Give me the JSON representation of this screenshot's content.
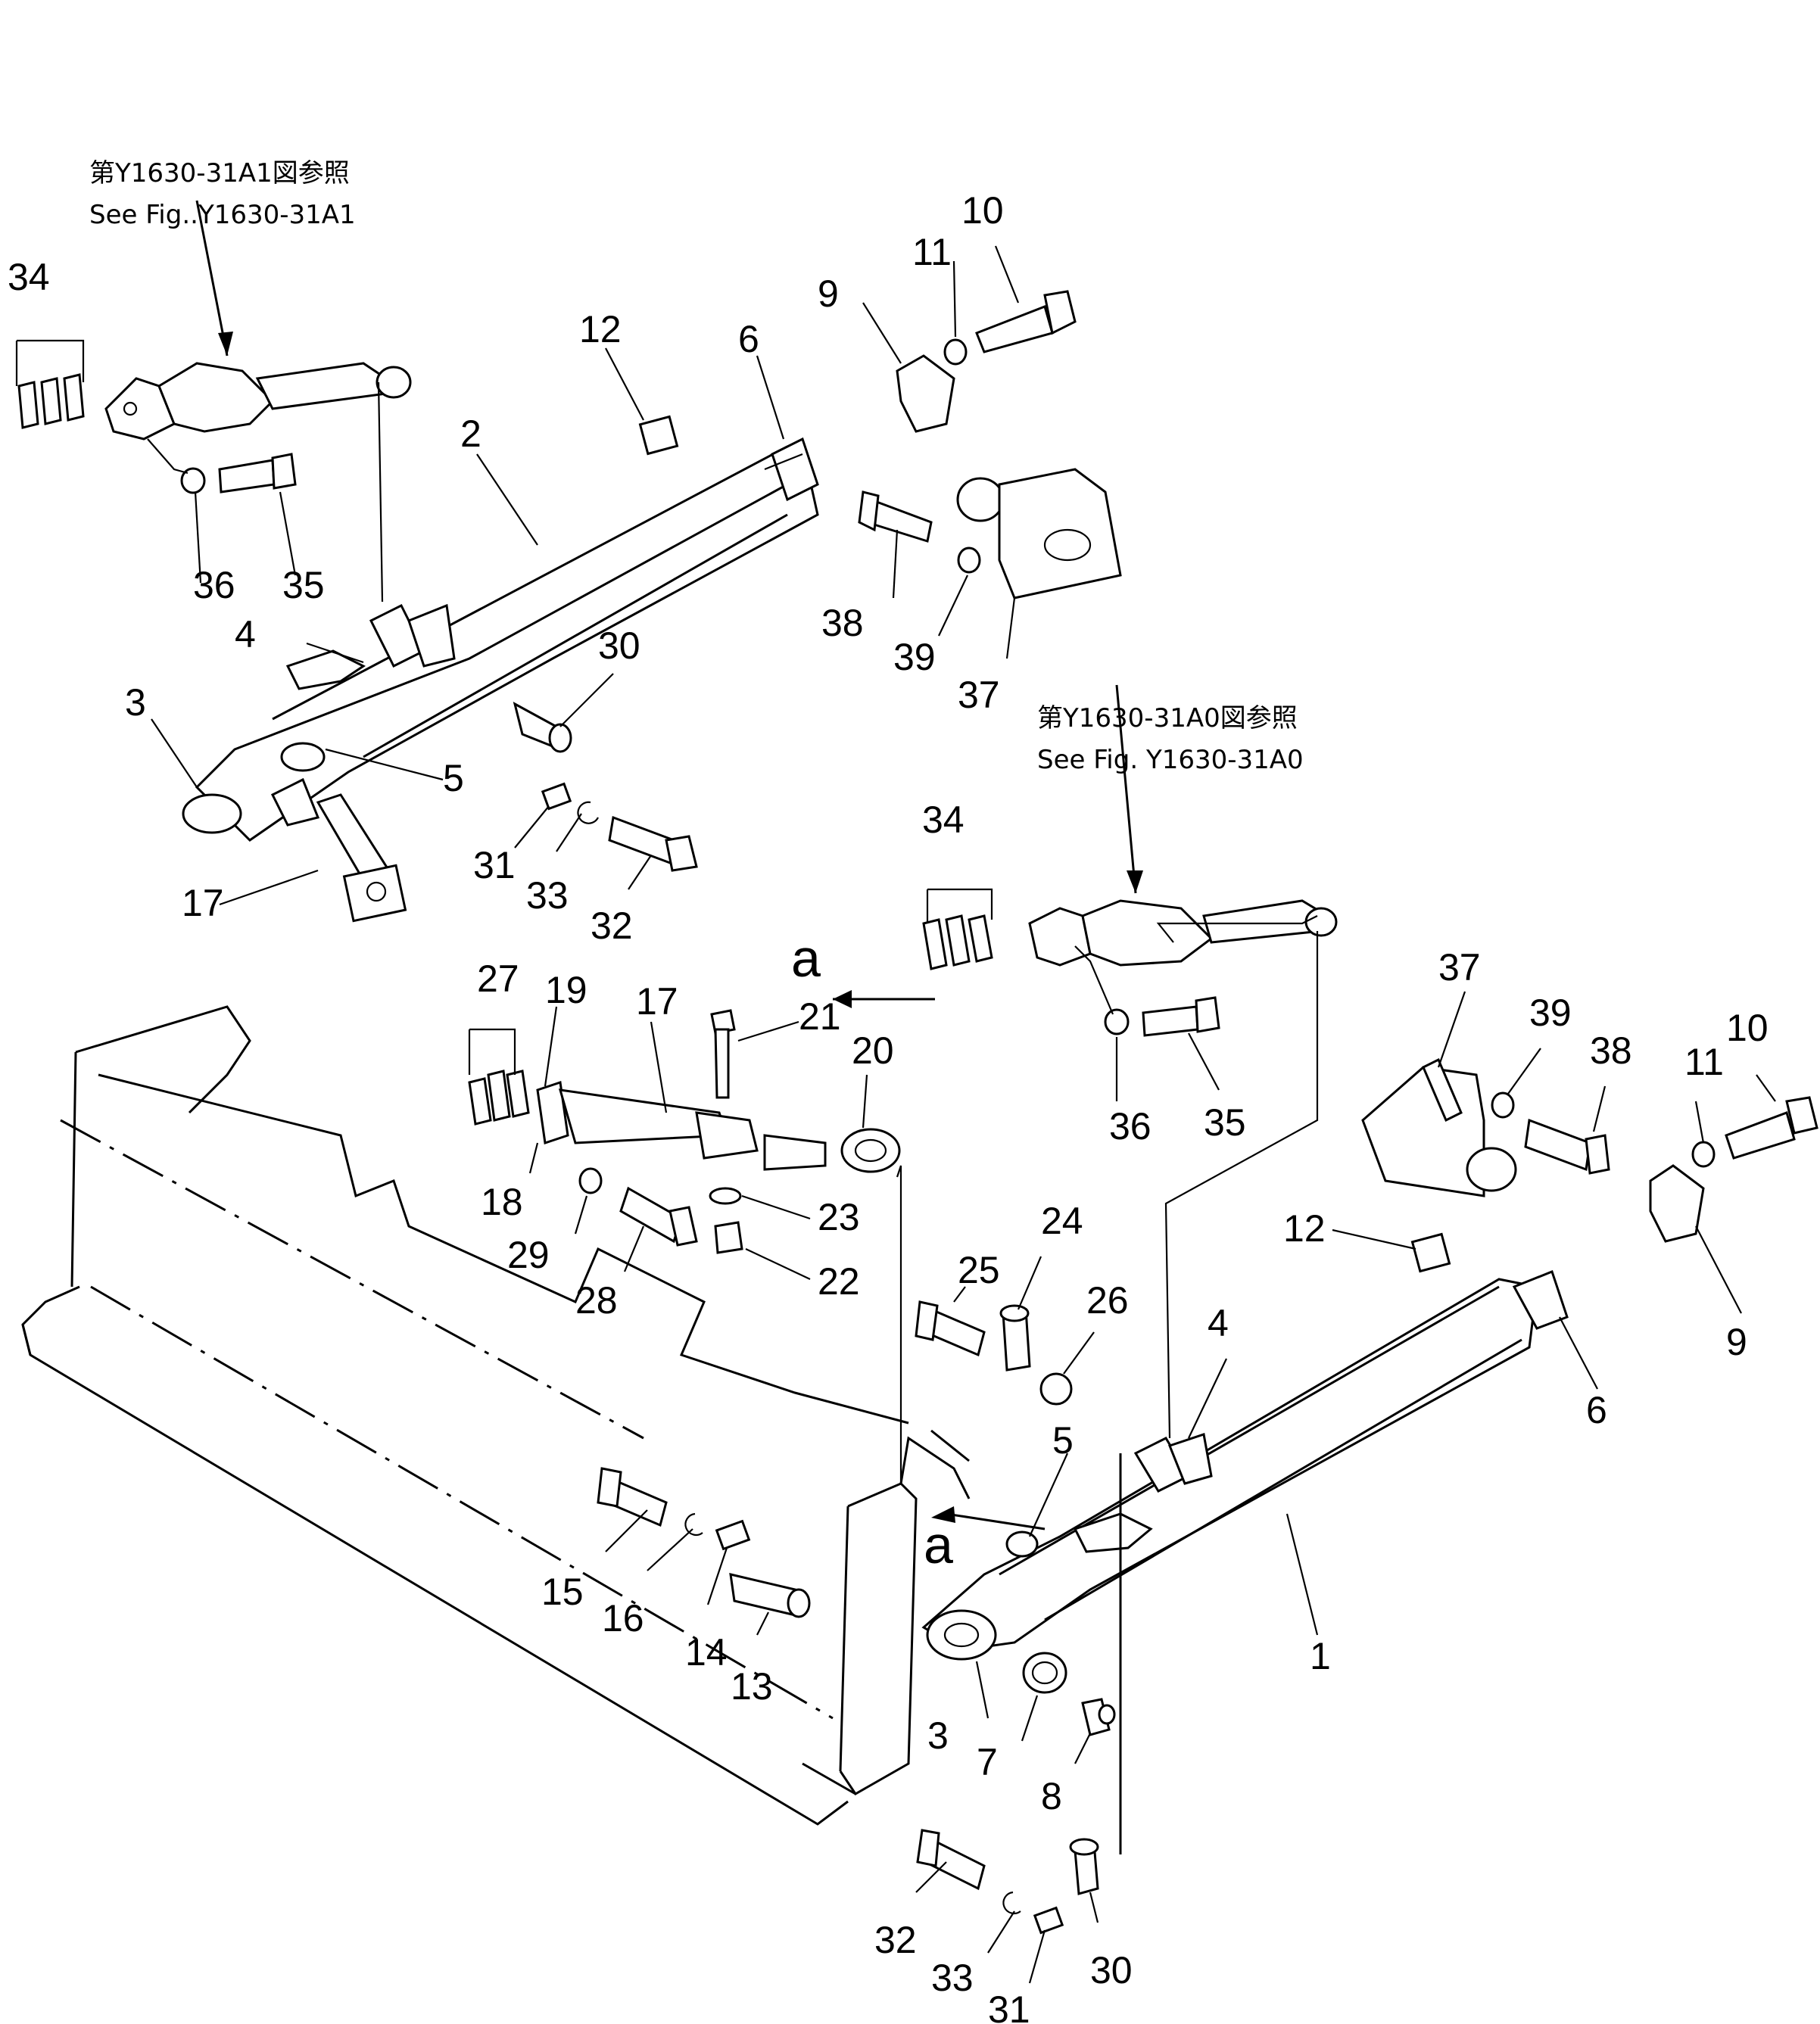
{
  "references": [
    {
      "jp": "第Y1630-31A1図参照",
      "en": "See Fig..Y1630-31A1"
    },
    {
      "jp": "第Y1630-31A0図参照",
      "en": "See Fig. Y1630-31A0"
    }
  ],
  "view_markers": [
    "a",
    "a"
  ],
  "callouts": [
    "34",
    "10",
    "11",
    "9",
    "12",
    "6",
    "2",
    "36",
    "35",
    "38",
    "39",
    "37",
    "4",
    "30",
    "3",
    "5",
    "31",
    "33",
    "32",
    "17",
    "34",
    "27",
    "19",
    "17",
    "21",
    "20",
    "18",
    "29",
    "28",
    "23",
    "22",
    "36",
    "35",
    "37",
    "39",
    "38",
    "11",
    "10",
    "12",
    "9",
    "25",
    "24",
    "26",
    "4",
    "6",
    "5",
    "15",
    "16",
    "14",
    "13",
    "1",
    "3",
    "7",
    "8",
    "32",
    "33",
    "31",
    "30"
  ]
}
